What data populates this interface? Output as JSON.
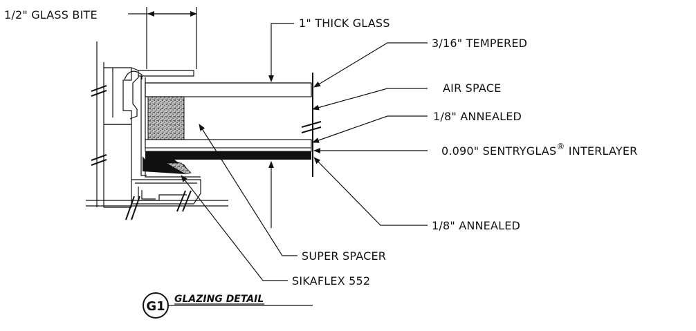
{
  "labels": {
    "glass_bite": "1/2\" GLASS BITE",
    "thick_glass": "1\" THICK GLASS",
    "tempered": "3/16\" TEMPERED",
    "air_space": "AIR SPACE",
    "annealed_top": "1/8\" ANNEALED",
    "interlayer_main": "0.090\" SENTRYGLAS",
    "interlayer_mark": "®",
    "interlayer_tail": " INTERLAYER",
    "annealed_bottom": "1/8\" ANNEALED",
    "super_spacer": "SUPER SPACER",
    "sikaflex": "SIKAFLEX 552"
  },
  "title": {
    "tag": "G1",
    "text": "GLAZING DETAIL"
  },
  "colors": {
    "line": "#111111",
    "background": "#ffffff",
    "spacer_fill": "#9a9a9a",
    "interlayer_fill": "#111111"
  }
}
